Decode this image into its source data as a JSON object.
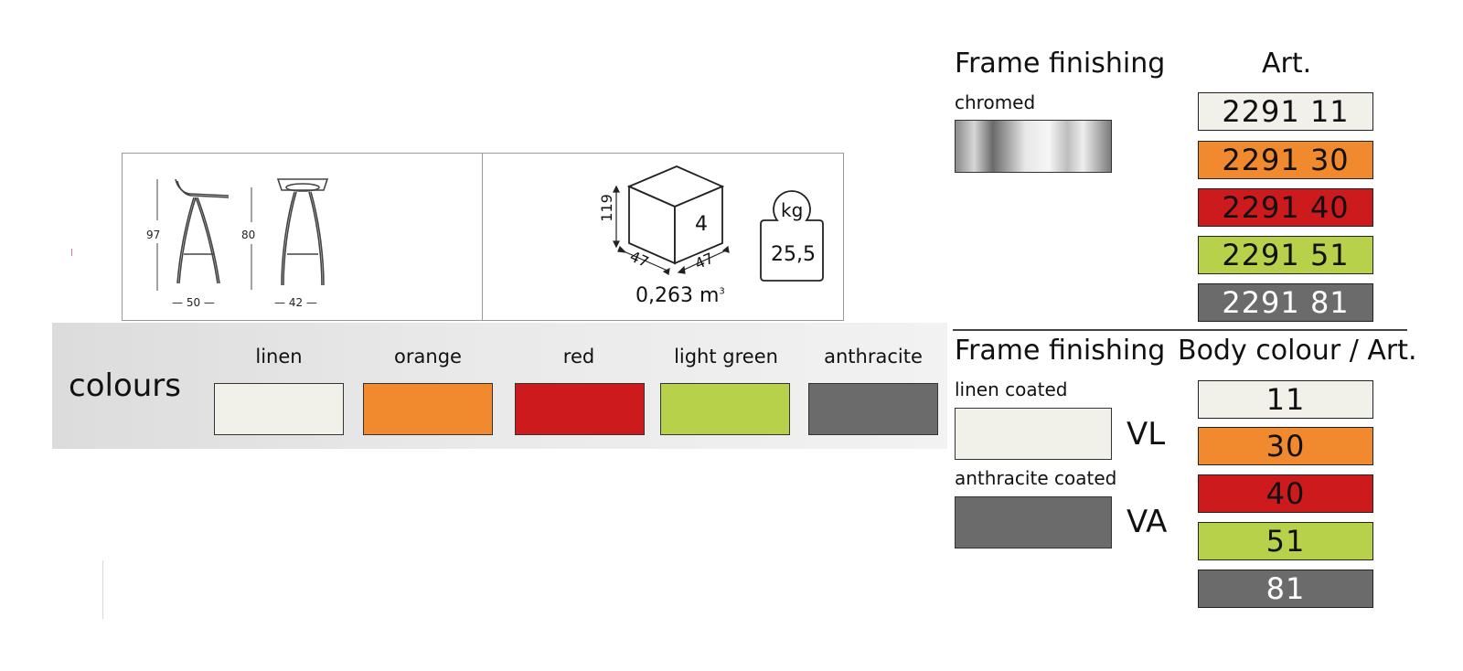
{
  "spec": {
    "dim_height_side": "97",
    "dim_height_front": "80",
    "dim_width_side": "50",
    "dim_width_front": "42",
    "package_height": "119",
    "package_width": "47",
    "package_depth": "47",
    "package_qty": "4",
    "package_volume_value": "0,263 m",
    "package_volume_exp": "3",
    "weight_unit": "kg",
    "weight_value": "25,5"
  },
  "colours": {
    "label": "colours",
    "items": [
      {
        "name": "linen",
        "color": "#f1f1ea"
      },
      {
        "name": "orange",
        "color": "#f18a2e"
      },
      {
        "name": "red",
        "color": "#cc1a1d"
      },
      {
        "name": "light green",
        "color": "#b8d14b"
      },
      {
        "name": "anthracite",
        "color": "#6b6b6b"
      }
    ]
  },
  "chromed_section": {
    "heading": "Frame finishing",
    "art_heading": "Art.",
    "finish_label": "chromed",
    "articles": [
      {
        "code": "2291 11",
        "color": "#f1f1ea",
        "text_color": "#111111"
      },
      {
        "code": "2291 30",
        "color": "#f18a2e",
        "text_color": "#111111"
      },
      {
        "code": "2291 40",
        "color": "#cc1a1d",
        "text_color": "#111111"
      },
      {
        "code": "2291 51",
        "color": "#b8d14b",
        "text_color": "#111111"
      },
      {
        "code": "2291 81",
        "color": "#6b6b6b",
        "text_color": "#ffffff"
      }
    ]
  },
  "coated_section": {
    "heading": "Frame finishing",
    "art_heading": "Body colour / Art.",
    "finishes": [
      {
        "label": "linen coated",
        "code": "VL",
        "color": "#f1f1ea"
      },
      {
        "label": "anthracite coated",
        "code": "VA",
        "color": "#6b6b6b"
      }
    ],
    "articles": [
      {
        "code": "11",
        "color": "#f1f1ea",
        "text_color": "#111111"
      },
      {
        "code": "30",
        "color": "#f18a2e",
        "text_color": "#111111"
      },
      {
        "code": "40",
        "color": "#cc1a1d",
        "text_color": "#111111"
      },
      {
        "code": "51",
        "color": "#b8d14b",
        "text_color": "#111111"
      },
      {
        "code": "81",
        "color": "#6b6b6b",
        "text_color": "#ffffff"
      }
    ]
  }
}
